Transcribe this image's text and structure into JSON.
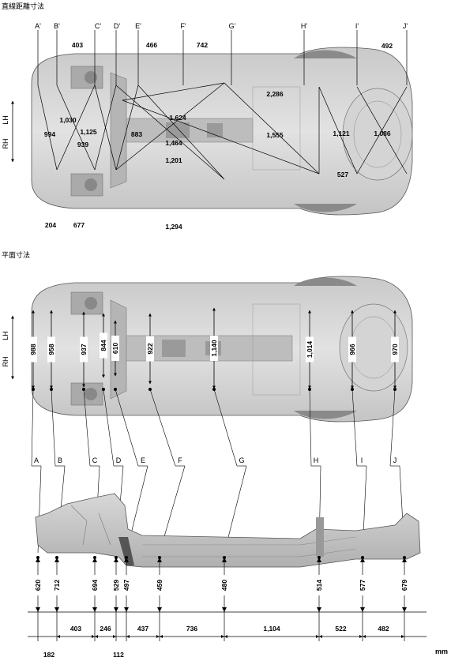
{
  "sections": {
    "diagonal_title": "直線距離寸法",
    "plan_title": "平面寸法",
    "unit": "mm"
  },
  "sides": {
    "lh": "LH",
    "rh": "RH"
  },
  "diagonal": {
    "points": [
      "A'",
      "B'",
      "C'",
      "D'",
      "E'",
      "F'",
      "G'",
      "H'",
      "I'",
      "J'"
    ],
    "values": [
      "403",
      "466",
      "742",
      "492",
      "2,286",
      "1,030",
      "994",
      "1,125",
      "939",
      "883",
      "1,624",
      "1,464",
      "1,201",
      "1,555",
      "1,121",
      "1,086",
      "527",
      "204",
      "677",
      "1,294"
    ]
  },
  "plan": {
    "points": [
      "A",
      "B",
      "C",
      "D",
      "E",
      "F",
      "G",
      "H",
      "I",
      "J"
    ],
    "widths": [
      "988",
      "958",
      "937",
      "844",
      "610",
      "922",
      "1,140",
      "1,014",
      "966",
      "970"
    ]
  },
  "side_heights": [
    "620",
    "712",
    "694",
    "529",
    "497",
    "459",
    "480",
    "514",
    "577",
    "679"
  ],
  "bottom_dims": {
    "upper": [
      "403",
      "246",
      "437",
      "736",
      "1,104",
      "522",
      "482"
    ],
    "lower": [
      "182",
      "112"
    ]
  }
}
